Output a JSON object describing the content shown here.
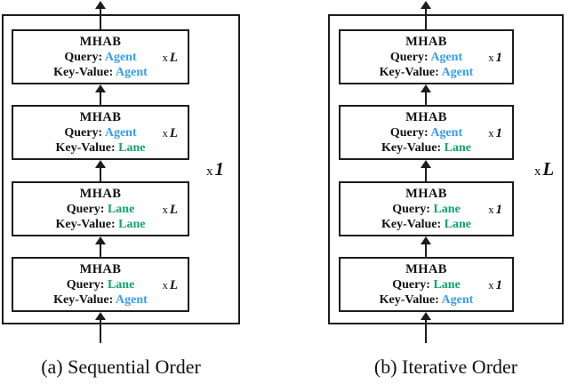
{
  "colors": {
    "agent": "#379df0",
    "lane": "#10a36e",
    "stroke": "#1c1c1c"
  },
  "panels": [
    {
      "caption": "(a) Sequential Order",
      "outer_multiplier": {
        "prefix": "x",
        "value": "1"
      },
      "blocks": [
        {
          "title": "MHAB",
          "query_label": "Query:",
          "query_value": "Agent",
          "query_color": "#379df0",
          "kv_label": "Key-Value:",
          "kv_value": "Agent",
          "kv_color": "#379df0",
          "mult_prefix": "x",
          "mult_value": "L"
        },
        {
          "title": "MHAB",
          "query_label": "Query:",
          "query_value": "Agent",
          "query_color": "#379df0",
          "kv_label": "Key-Value:",
          "kv_value": "Lane",
          "kv_color": "#10a36e",
          "mult_prefix": "x",
          "mult_value": "L"
        },
        {
          "title": "MHAB",
          "query_label": "Query:",
          "query_value": "Lane",
          "query_color": "#10a36e",
          "kv_label": "Key-Value:",
          "kv_value": "Lane",
          "kv_color": "#10a36e",
          "mult_prefix": "x",
          "mult_value": "L"
        },
        {
          "title": "MHAB",
          "query_label": "Query:",
          "query_value": "Lane",
          "query_color": "#10a36e",
          "kv_label": "Key-Value:",
          "kv_value": "Agent",
          "kv_color": "#379df0",
          "mult_prefix": "x",
          "mult_value": "L"
        }
      ]
    },
    {
      "caption": "(b) Iterative Order",
      "outer_multiplier": {
        "prefix": "x",
        "value": "L"
      },
      "blocks": [
        {
          "title": "MHAB",
          "query_label": "Query:",
          "query_value": "Agent",
          "query_color": "#379df0",
          "kv_label": "Key-Value:",
          "kv_value": "Agent",
          "kv_color": "#379df0",
          "mult_prefix": "x",
          "mult_value": "1"
        },
        {
          "title": "MHAB",
          "query_label": "Query:",
          "query_value": "Agent",
          "query_color": "#379df0",
          "kv_label": "Key-Value:",
          "kv_value": "Lane",
          "kv_color": "#10a36e",
          "mult_prefix": "x",
          "mult_value": "1"
        },
        {
          "title": "MHAB",
          "query_label": "Query:",
          "query_value": "Lane",
          "query_color": "#10a36e",
          "kv_label": "Key-Value:",
          "kv_value": "Lane",
          "kv_color": "#10a36e",
          "mult_prefix": "x",
          "mult_value": "1"
        },
        {
          "title": "MHAB",
          "query_label": "Query:",
          "query_value": "Lane",
          "query_color": "#10a36e",
          "kv_label": "Key-Value:",
          "kv_value": "Agent",
          "kv_color": "#379df0",
          "mult_prefix": "x",
          "mult_value": "1"
        }
      ]
    }
  ]
}
